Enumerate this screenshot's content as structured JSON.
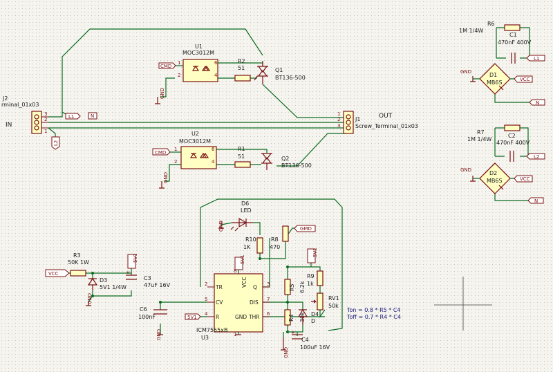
{
  "labels": {
    "in": "IN",
    "out": "OUT",
    "note1": "Ton  = 0.8 * R5 * C4",
    "note2": "Toff = 0.7 * R4 * C4"
  },
  "components": {
    "j2_ref": "J2",
    "j2_val": "rminal_01x03",
    "j1_ref": "J1",
    "j1_val": "Screw_Terminal_01x03",
    "u1_ref": "U1",
    "u1_val": "MOC3012M",
    "u2_ref": "U2",
    "u2_val": "MOC3012M",
    "r2_ref": "R2",
    "r2_val": "51",
    "r1_ref": "R1",
    "r1_val": "51",
    "q1_ref": "Q1",
    "q1_val": "BT136-500",
    "q2_ref": "Q2",
    "q2_val": "BT136-500",
    "r6_ref": "R6",
    "r6_val": "1M 1/4W",
    "c1_ref": "C1",
    "c1_val": "470nF 400V",
    "d1_ref": "D1",
    "d1_val": "MB6S",
    "r7_ref": "R7",
    "r7_val": "1M 1/4W",
    "c2_ref": "C2",
    "c2_val": "470nF 400V",
    "d2_ref": "D2",
    "d2_val": "MB6S",
    "d6_ref": "D6",
    "d6_val": "LED",
    "r10_ref": "R10",
    "r10_val": "1K",
    "r8_ref": "R8",
    "r8_val": "470",
    "r3_ref": "R3",
    "r3_val": "50K 1W",
    "d3_ref": "D3",
    "d3_val": "5V1 1/4W",
    "c3_ref": "C3",
    "c3_val": "47uF 16V",
    "c6_ref": "C6",
    "c6_val": "100nF",
    "u3_ref": "U3",
    "u3_val": "ICM7555xB",
    "r5_ref": "R5",
    "r5_val": "6.2k",
    "r9_ref": "R9",
    "r9_val": "1k",
    "rv1_ref": "RV1",
    "rv1_val": "50k",
    "r4_ref": "R4",
    "r4_val": "30k",
    "d4_ref": "D4",
    "d4_val": "D",
    "c4_ref": "C4",
    "c4_val": "100uF 16V"
  },
  "u3_pins": {
    "tr": "TR",
    "cv": "CV",
    "r": "R",
    "q": "Q",
    "dis": "DIS",
    "thr": "THR",
    "vcc": "VCC",
    "gnd": "GND",
    "n2": "2",
    "n5": "5",
    "n4": "4",
    "n3": "3",
    "n7": "7",
    "n6": "6",
    "n8": "8",
    "n1": "1"
  },
  "pin_numbers": {
    "p1": "1",
    "p2": "2",
    "p3": "3",
    "p4": "4",
    "p6": "6"
  },
  "net_labels": {
    "gmd": "GMD",
    "cmd": "CMD",
    "l1": "L1",
    "l2": "L2",
    "n": "N",
    "vcc": "VCC",
    "v5v1": "5V1",
    "gnd": "GND"
  }
}
